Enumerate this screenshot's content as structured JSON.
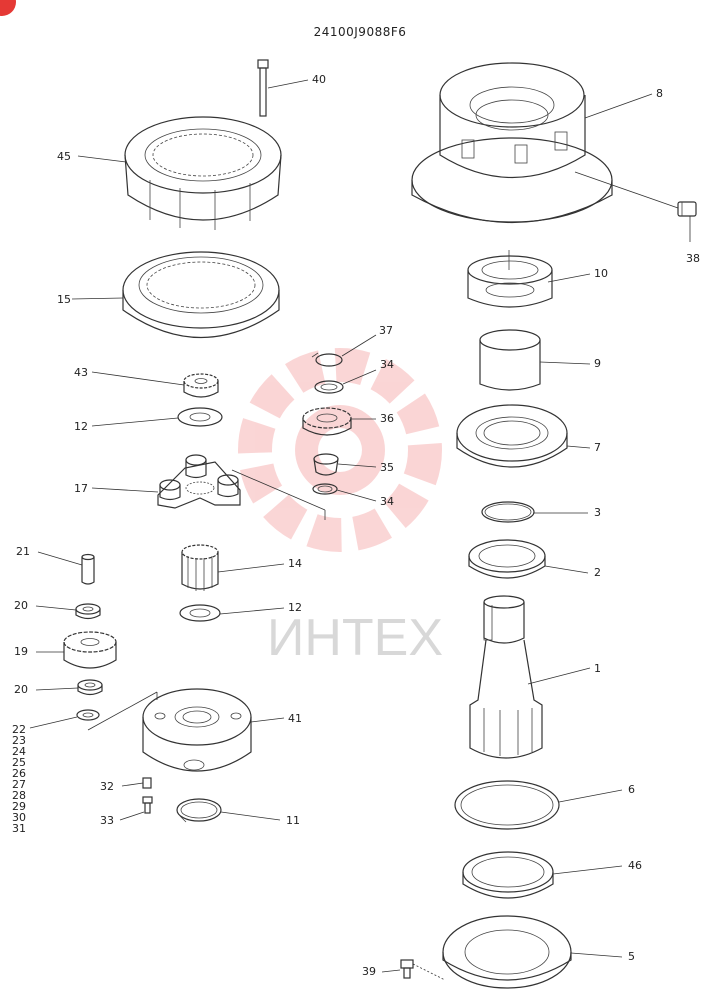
{
  "title": "24100J9088F6",
  "watermark": {
    "text": "ИНТЕХ",
    "color": "#f28a8a"
  },
  "labels": {
    "l40": "40",
    "l8": "8",
    "l45": "45",
    "l38": "38",
    "l10": "10",
    "l15": "15",
    "l37": "37",
    "l34a": "34",
    "l9": "9",
    "l43": "43",
    "l36": "36",
    "l12a": "12",
    "l7": "7",
    "l35": "35",
    "l17": "17",
    "l34b": "34",
    "l3": "3",
    "l21": "21",
    "l14": "14",
    "l2": "2",
    "l20a": "20",
    "l12b": "12",
    "l19": "19",
    "l1": "1",
    "l20b": "20",
    "l41": "41",
    "l32": "32",
    "l6": "6",
    "l33": "33",
    "l11": "11",
    "l46": "46",
    "l39": "39",
    "l5": "5",
    "stack": [
      "22",
      "23",
      "24",
      "25",
      "26",
      "27",
      "28",
      "29",
      "30",
      "31"
    ]
  }
}
